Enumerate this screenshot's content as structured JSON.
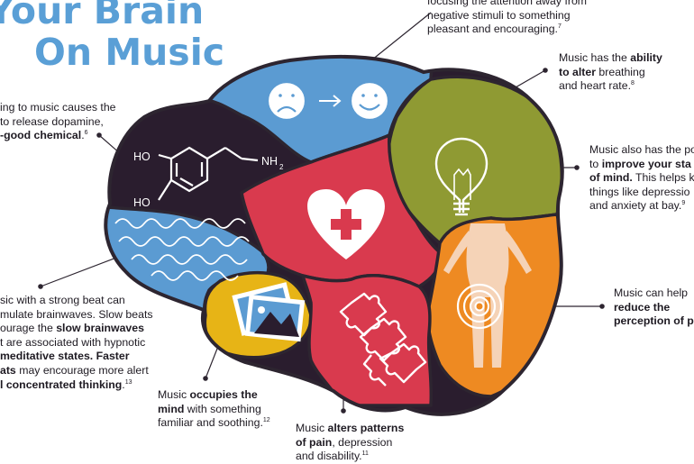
{
  "title": {
    "line1": "Your Brain",
    "line2": "On Music"
  },
  "colors": {
    "title": "#5a9fd6",
    "blue": "#5b9bd2",
    "dark": "#2a1d2e",
    "red": "#d93a4e",
    "olive": "#8f9a33",
    "orange": "#ee8a22",
    "yellow": "#e7b416",
    "outline": "#2d2530"
  },
  "icons": [
    "sad-face-icon",
    "arrow-right-icon",
    "happy-face-icon",
    "dopamine-molecule-icon",
    "heart-plus-icon",
    "lightbulb-icon",
    "body-pain-target-icon",
    "photo-icon",
    "puzzle-icon",
    "brainwave-icon"
  ],
  "molecule": {
    "ho_top": "HO",
    "ho_bottom": "HO",
    "nh2": "NH",
    "nh2_sub": "2"
  },
  "notes": {
    "attention": {
      "line1": "focusing the attention away from",
      "line2": "negative stimuli to something",
      "line3": "pleasant and encouraging.",
      "ref": "7"
    },
    "breathing": {
      "pre": "Music has the ",
      "bold1": "ability",
      "bold2": "to alter",
      "post": " breathing",
      "line3": "and heart rate.",
      "ref": "8"
    },
    "dopamine": {
      "line1": "ing to music causes the",
      "line2": "to release dopamine,",
      "bold": "-good chemical",
      "post": ".",
      "ref": "6"
    },
    "mood": {
      "line1": "Music also has the po",
      "pre2": "to ",
      "bold2": "improve your sta",
      "bold3": "of mind.",
      "post3": " This helps k",
      "line4": "things like depressio",
      "line5": "and anxiety at bay.",
      "ref": "9"
    },
    "brainwaves": {
      "line1": "sic with a strong beat can",
      "line2": "mulate brainwaves. Slow beats",
      "pre3": "ourage the ",
      "bold3": "slow brainwaves",
      "line4": "t are associated with hypnotic",
      "bold5a": "meditative states.",
      "bold5b": " Faster",
      "bold6": "ats",
      "post6": " may encourage more alert",
      "bold7": "l concentrated thinking",
      "post7": ".",
      "ref": "13"
    },
    "pain_perception": {
      "line1": "Music can help",
      "bold2": "reduce the",
      "bold3": "perception of p"
    },
    "occupies": {
      "pre": "Music ",
      "bold1": "occupies the",
      "bold2": "mind",
      "post2": " with something",
      "line3": "familiar and soothing.",
      "ref": "12"
    },
    "alters": {
      "pre": "Music ",
      "bold1": "alters patterns",
      "bold2": "of pain",
      "post2": ", depression",
      "line3": "and disability.",
      "ref": "11"
    }
  }
}
